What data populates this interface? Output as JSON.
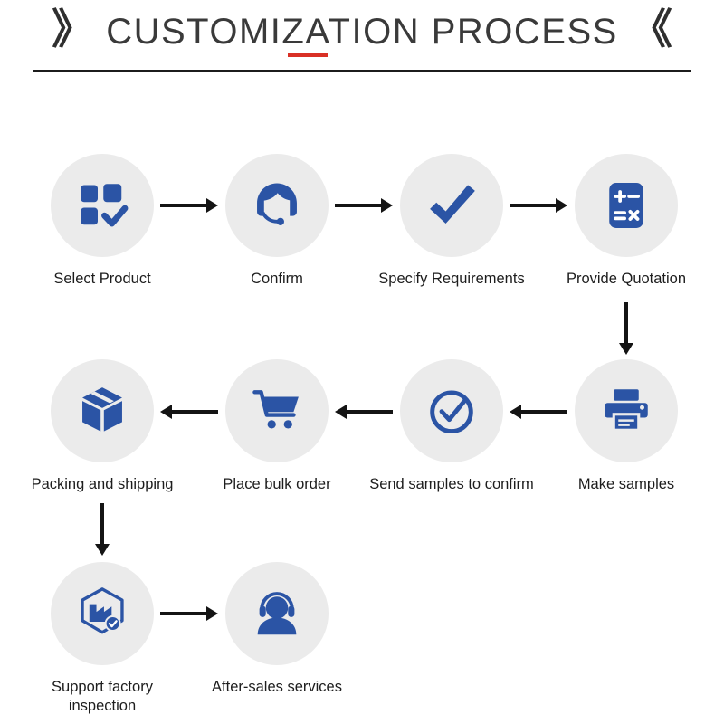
{
  "title": {
    "left_mark": "》",
    "text": "CUSTOMIZATION PROCESS",
    "right_mark": "《"
  },
  "colors": {
    "icon_blue": "#2b54a5",
    "circle_bg": "#ebebeb",
    "arrow": "#141414",
    "title_text": "#3a3a3a",
    "accent_underline": "#d93025"
  },
  "steps": [
    {
      "label": "Select Product",
      "icon": "grid-check-icon"
    },
    {
      "label": "Confirm",
      "icon": "support-agent-icon"
    },
    {
      "label": "Specify Requirements",
      "icon": "checkmark-icon"
    },
    {
      "label": "Provide Quotation",
      "icon": "calculator-icon"
    },
    {
      "label": "Make samples",
      "icon": "printer-icon"
    },
    {
      "label": "Send samples to confirm",
      "icon": "check-circle-icon"
    },
    {
      "label": "Place bulk order",
      "icon": "cart-icon"
    },
    {
      "label": "Packing and shipping",
      "icon": "package-icon"
    },
    {
      "label": "Support factory inspection",
      "icon": "factory-inspection-icon"
    },
    {
      "label": "After-sales services",
      "icon": "headset-person-icon"
    }
  ]
}
